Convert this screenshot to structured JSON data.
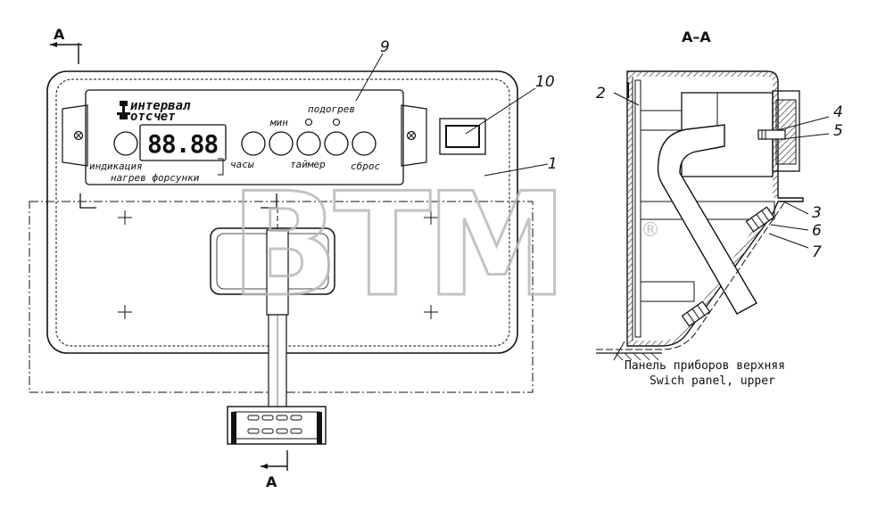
{
  "section_marks": {
    "top_left": "A",
    "bottom": "A",
    "section_view": "A–A"
  },
  "watermark": "BTM",
  "watermark_mark": "®",
  "display_readout": "88.88",
  "panel_labels": {
    "line1": "интервал",
    "line2": "отсчет",
    "min": "мин",
    "preheat": "подогрев",
    "indication": "индикация",
    "hours": "часы",
    "timer": "таймер",
    "reset": "сброс",
    "nozzle_heating": "нагрев форсунки"
  },
  "callouts": {
    "c1": "1",
    "c2": "2",
    "c3": "3",
    "c4": "4",
    "c5": "5",
    "c6": "6",
    "c7": "7",
    "c9": "9",
    "c10": "10"
  },
  "caption": {
    "ru": "Панель приборов верхняя",
    "en": "Swich panel, upper"
  },
  "colors": {
    "ink": "#111111",
    "watermark": "#b9b9b9",
    "hatch": "#555555"
  }
}
